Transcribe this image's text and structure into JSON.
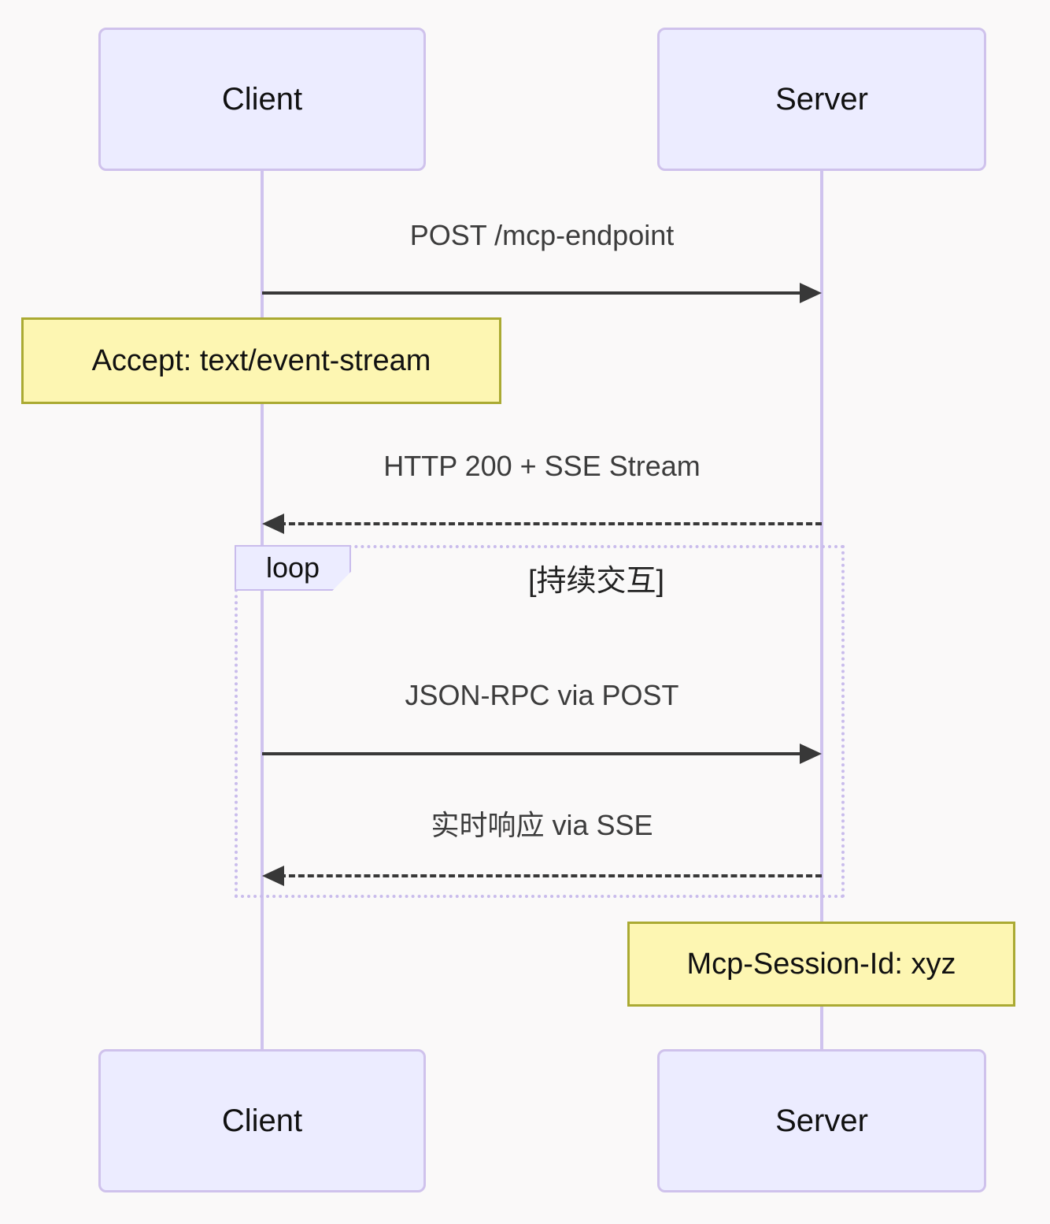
{
  "diagram": {
    "title_semantic": "MCP streamable HTTP sequence diagram",
    "actors": {
      "client": "Client",
      "server": "Server"
    },
    "messages": [
      {
        "label": "POST /mcp-endpoint",
        "type": "solid",
        "from": "client",
        "to": "server"
      },
      {
        "label": "HTTP 200 + SSE Stream",
        "type": "dashed",
        "from": "server",
        "to": "client"
      },
      {
        "label": "JSON-RPC via POST",
        "type": "solid",
        "from": "client",
        "to": "server"
      },
      {
        "label": "实时响应 via SSE",
        "type": "dashed",
        "from": "server",
        "to": "client"
      }
    ],
    "notes": [
      {
        "label": "Accept: text/event-stream",
        "over": "client"
      },
      {
        "label": "Mcp-Session-Id: xyz",
        "over": "server"
      }
    ],
    "loop": {
      "label": "loop",
      "condition": "[持续交互]"
    }
  },
  "colors": {
    "background": "#faf9f9",
    "actor_fill": "#ececff",
    "actor_border": "#cfc2ec",
    "lifeline": "#cfc3ee",
    "loop_border": "#c9bcec",
    "note_fill": "#fdf6b2",
    "note_border": "#aaaa33",
    "arrow": "#383838",
    "message_text": "#3c3c3c"
  }
}
